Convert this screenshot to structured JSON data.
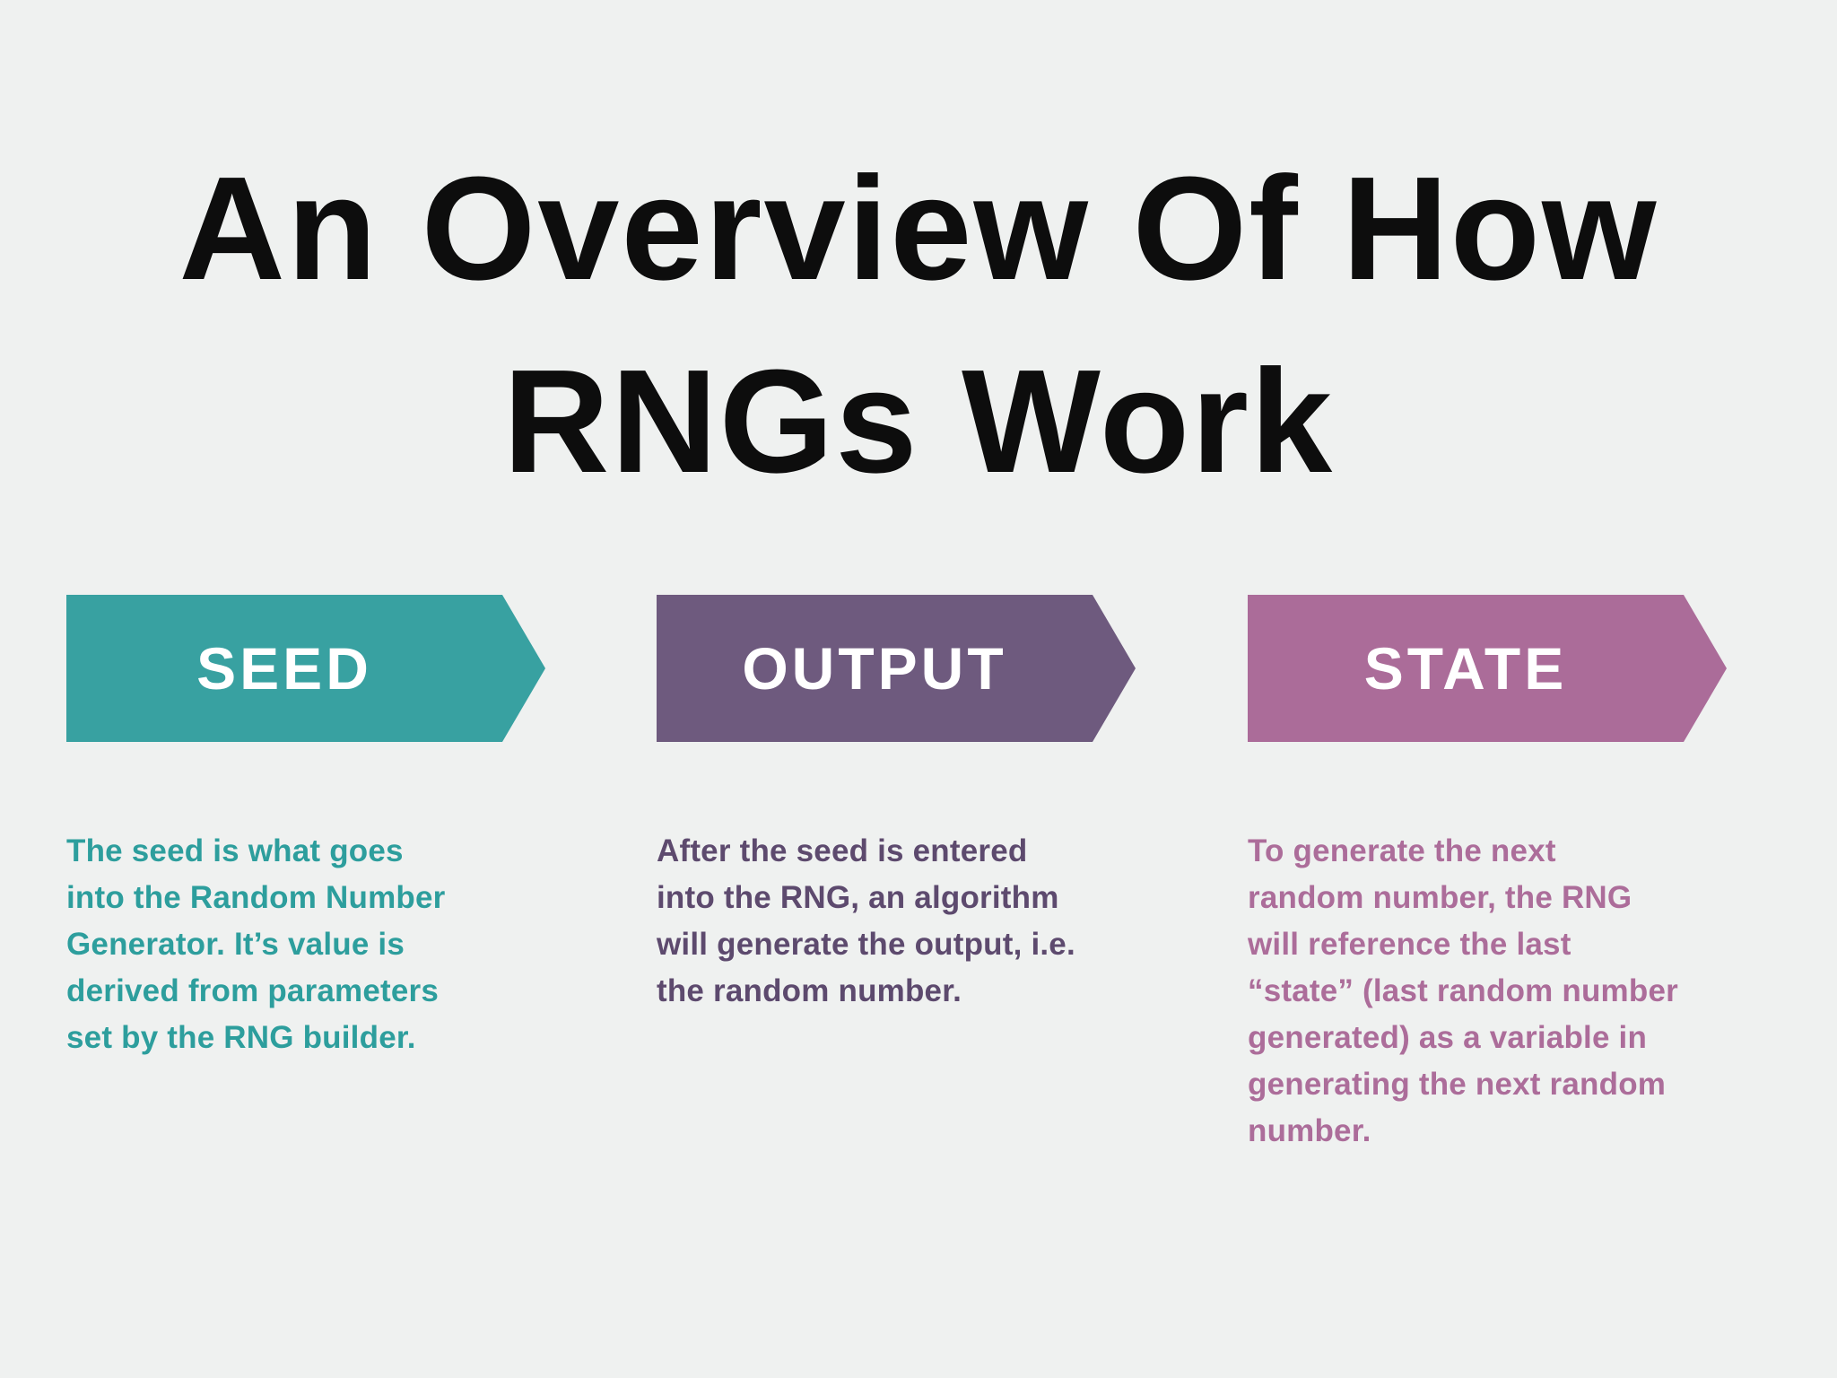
{
  "page": {
    "background_color": "#eff1f0",
    "title": {
      "text": "An Overview Of How\nRNGs Work",
      "color": "#0d0d0d"
    },
    "label_text_color": "#ffffff"
  },
  "steps": [
    {
      "label": "SEED",
      "arrow_color": "#38a1a1",
      "text_color": "#2d9e9d",
      "description": "The seed is what goes\ninto the Random Number\nGenerator. It’s value is\nderived from parameters\nset by the RNG builder."
    },
    {
      "label": "OUTPUT",
      "arrow_color": "#6e5a7e",
      "text_color": "#5d4a6e",
      "description": "After the seed is entered\ninto the RNG, an algorithm\nwill generate the output, i.e.\nthe random number."
    },
    {
      "label": "STATE",
      "arrow_color": "#ab6c99",
      "text_color": "#ac6d9a",
      "description": "To generate the next\nrandom number, the RNG\nwill reference the last\n“state” (last random number\ngenerated) as a variable in\ngenerating the next random\nnumber."
    }
  ]
}
